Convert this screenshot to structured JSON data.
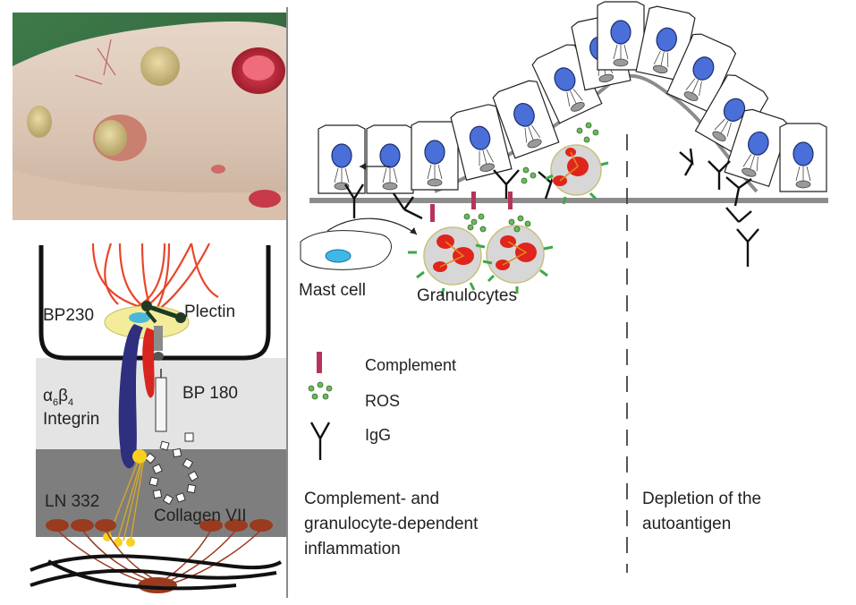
{
  "photo": {
    "description_icon": "blistered-skin-photo"
  },
  "hemidesmosome": {
    "labels": {
      "bp230": "BP230",
      "plectin": "Plectin",
      "integrin_alpha": "α",
      "integrin_alpha_sub": "6",
      "integrin_beta": "β",
      "integrin_beta_sub": "4",
      "integrin": "Integrin",
      "bp180": "BP 180",
      "ln332": "LN 332",
      "collagen": "Collagen VII"
    },
    "colors": {
      "keratin": "#e8472a",
      "bp230": "#f3ec9a",
      "plectin": "#1f3a24",
      "alpha6": "#2e2f7e",
      "beta4": "#d9251f",
      "lamina_lucida": "#e6e6e6",
      "lamina_densa": "#7f7f7f",
      "anchoring": "#9a3a1e"
    }
  },
  "mechanism": {
    "labels": {
      "mast_cell": "Mast cell",
      "granulocytes": "Granulocytes"
    },
    "legend": [
      {
        "symbol": "complement-icon",
        "label": "Complement"
      },
      {
        "symbol": "ros-icon",
        "label": "ROS"
      },
      {
        "symbol": "igg-icon",
        "label": "IgG"
      }
    ],
    "captions": {
      "left_line1": "Complement- and",
      "left_line2": "granulocyte-dependent",
      "left_line3": "inflammation",
      "right_line1": "Depletion of the",
      "right_line2": "autoantigen"
    },
    "colors": {
      "nucleus": "#4a6fd8",
      "complement": "#b8335a",
      "ros": "#4f9a4a",
      "granule": "#e0251c",
      "mast_nucleus": "#3fb8e8"
    }
  }
}
